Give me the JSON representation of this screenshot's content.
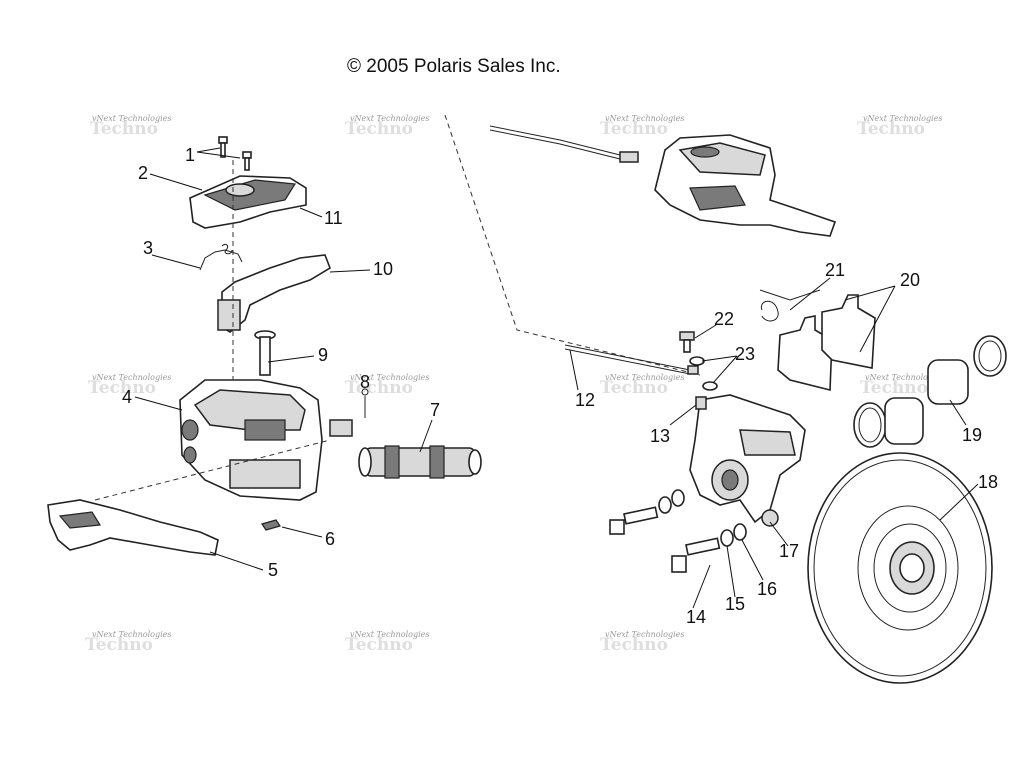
{
  "copyright": "© 2005 Polaris Sales Inc.",
  "watermark_text": "vNext Technologies",
  "callouts": [
    "1",
    "2",
    "3",
    "4",
    "5",
    "6",
    "7",
    "8",
    "9",
    "10",
    "11",
    "12",
    "13",
    "14",
    "15",
    "16",
    "17",
    "18",
    "19",
    "20",
    "21",
    "22",
    "23"
  ],
  "icons": [
    "copyright-symbol"
  ],
  "colors": {
    "line": "#222222",
    "watermark": "#9a9a9a",
    "background": "#ffffff"
  }
}
